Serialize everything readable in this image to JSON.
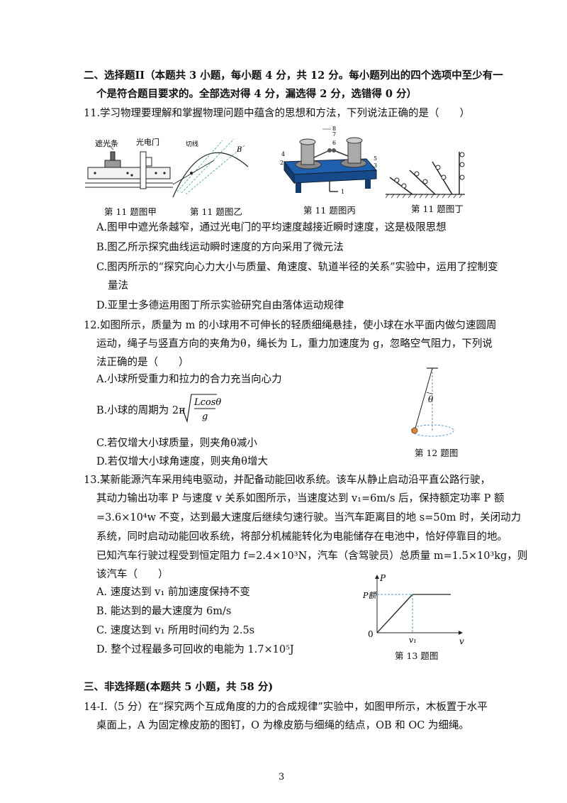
{
  "section2": {
    "line1": "二、选择题II（本题共 3 小题，每小题 4 分，共 12 分。每小题列出的四个选项中至少有一",
    "line2": "个是符合题目要求的。全部选对得 4 分，漏选得 2 分，选错得 0 分）"
  },
  "q11": {
    "stem": "11.学习物理要理解和掌握物理问题中蕴含的思想和方法，下列说法正确的是（　　）",
    "fig_jia": {
      "label1": "遮光条",
      "label2": "光电门",
      "caption": "第 11 题图甲"
    },
    "fig_yi": {
      "label1": "切线",
      "label2": "B",
      "caption": "第 11 题图乙"
    },
    "fig_bing": {
      "caption": "第 11 题图丙",
      "n1": "1",
      "n2": "2",
      "n3": "3",
      "n4": "4",
      "n5": "5",
      "n6": "6",
      "n7": "7",
      "n8": "8"
    },
    "fig_ding": {
      "caption": "第 11 题图丁"
    },
    "optA": "A.图甲中遮光条越窄，通过光电门的平均速度越接近瞬时速度，这是极限思想",
    "optB": "B.图乙所示探究曲线运动瞬时速度的方向采用了微元法",
    "optC1": "C.图丙所示的“探究向心力大小与质量、角速度、轨道半径的关系”实验中，运用了控制变",
    "optC2": "量法",
    "optD": "D.亚里士多德运用图丁所示实验研究自由落体运动规律"
  },
  "q12": {
    "stem1": "12.如图所示，质量为 m 的小球用不可伸长的轻质细绳悬挂，使小球在水平面内做匀速圆周",
    "stem2": "运动，绳子与竖直方向的夹角为θ，绳长为 L，重力加速度为 g，忽略空气阻力，下列说",
    "stem3": "法正确的是（　　）",
    "optA": "A.小球所受重力和拉力的合力充当向心力",
    "optB_prefix": "B.小球的周期为 2π",
    "optB_num": "Lcosθ",
    "optB_den": "g",
    "optC": "C.若仅增大小球质量，则夹角θ减小",
    "optD": "D.若仅增大小球角速度，则夹角θ增大",
    "fig": {
      "theta": "θ",
      "caption": "第 12 题图"
    }
  },
  "q13": {
    "l1": "13.某新能源汽车采用纯电驱动，并配备动能回收系统。该车从静止启动沿平直公路行驶，",
    "l2": "其动力输出功率 P 与速度 v 关系如图所示，当速度达到 v₁=6m/s 后，保持额定功率 P 额",
    "l3": "=3.6×10⁴w 不变，达到最大速度后继续匀速行驶。当汽车距离目的地 s=50m 时，关闭动力",
    "l4": "系统，同时启动动能回收系统，将部分机械能转化为电能储存在电池中，恰好停靠目的地。",
    "l5": "已知汽车行驶过程受到恒定阻力 f=2.4×10³N，汽车（含驾驶员）总质量 m=1.5×10³kg，则",
    "l6": "该汽车（　　）",
    "optA": "A.  速度达到 v₁ 前加速度保持不变",
    "optB": "B.  能达到的最大速度为 6m/s",
    "optC": "C.  速度达到 v₁ 所用时间约为 2.5s",
    "optD": "D.  整个过程最多可回收的电能为 1.7×10⁵J",
    "fig": {
      "p_label": "P",
      "prated_label": "P额",
      "zero": "0",
      "v1_label": "v₁",
      "v_label": "v",
      "caption": "第 13 题图"
    }
  },
  "section3": {
    "title": "三、非选择题(本题共 5 小题，共 58 分)"
  },
  "q14": {
    "l1": "14-Ⅰ.（5 分）在“探究两个互成角度的力的合成规律”实验中，如图甲所示，木板置于水平",
    "l2": "桌面上，A 为固定橡皮筋的图钉，O 为橡皮筋与细绳的结点，OB 和 OC 为细绳。"
  },
  "page_number": "3"
}
